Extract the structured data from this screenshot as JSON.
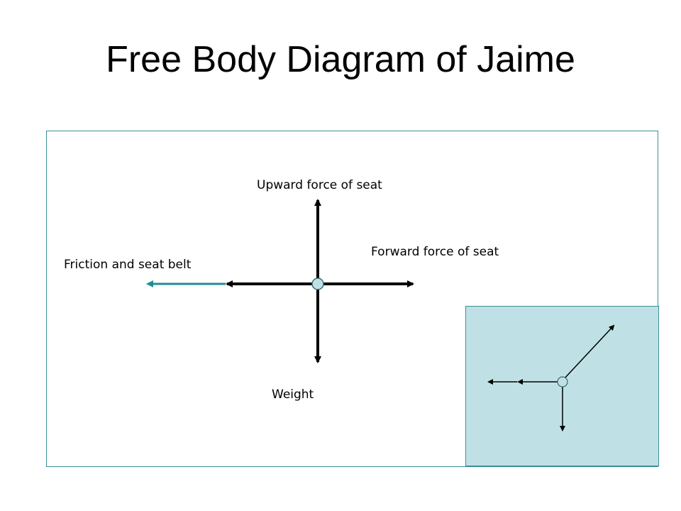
{
  "slide": {
    "title": "Free Body Diagram of Jaime"
  },
  "forces": {
    "upward": "Upward force of seat",
    "forward": "Forward force of seat",
    "friction": "Friction and seat belt",
    "weight": "Weight"
  },
  "colors": {
    "background": "#ffffff",
    "frame_border": "#3a8f94",
    "arrow": "#000000",
    "friction_arrow": "#1f8f95",
    "center_dot": "#bfe1e5",
    "inset_fill": "#bfe1e5"
  }
}
